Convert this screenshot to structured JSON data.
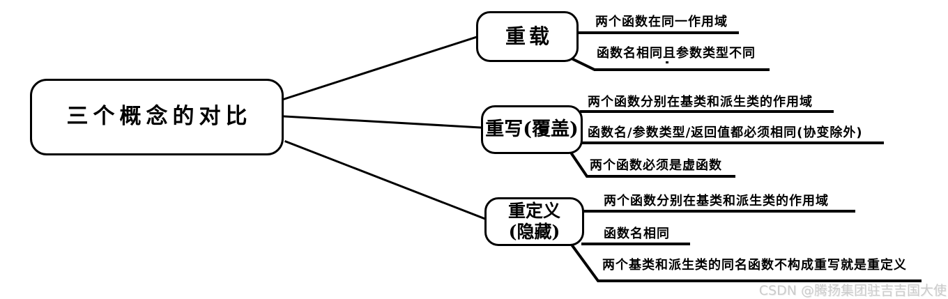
{
  "root": {
    "label": "三个概念的对比"
  },
  "branches": [
    {
      "label": "重载",
      "leaves": [
        "两个函数在同一作用域",
        "函数名相同且参数类型不同"
      ]
    },
    {
      "label": "重写(覆盖)",
      "leaves": [
        "两个函数分别在基类和派生类的作用域",
        "函数名/参数类型/返回值都必须相同(协变除外)",
        "两个函数必须是虚函数"
      ]
    },
    {
      "label": "重定义\n(隐藏)",
      "leaves": [
        "两个函数分别在基类和派生类的作用域",
        "函数名相同",
        "两个基类和派生类的同名函数不构成重写就是重定义"
      ]
    }
  ],
  "watermark": "CSDN @腾扬集团驻吉吉国大使",
  "colors": {
    "line": "#000000",
    "background": "#ffffff",
    "watermark_text": "#cbcbcb"
  }
}
